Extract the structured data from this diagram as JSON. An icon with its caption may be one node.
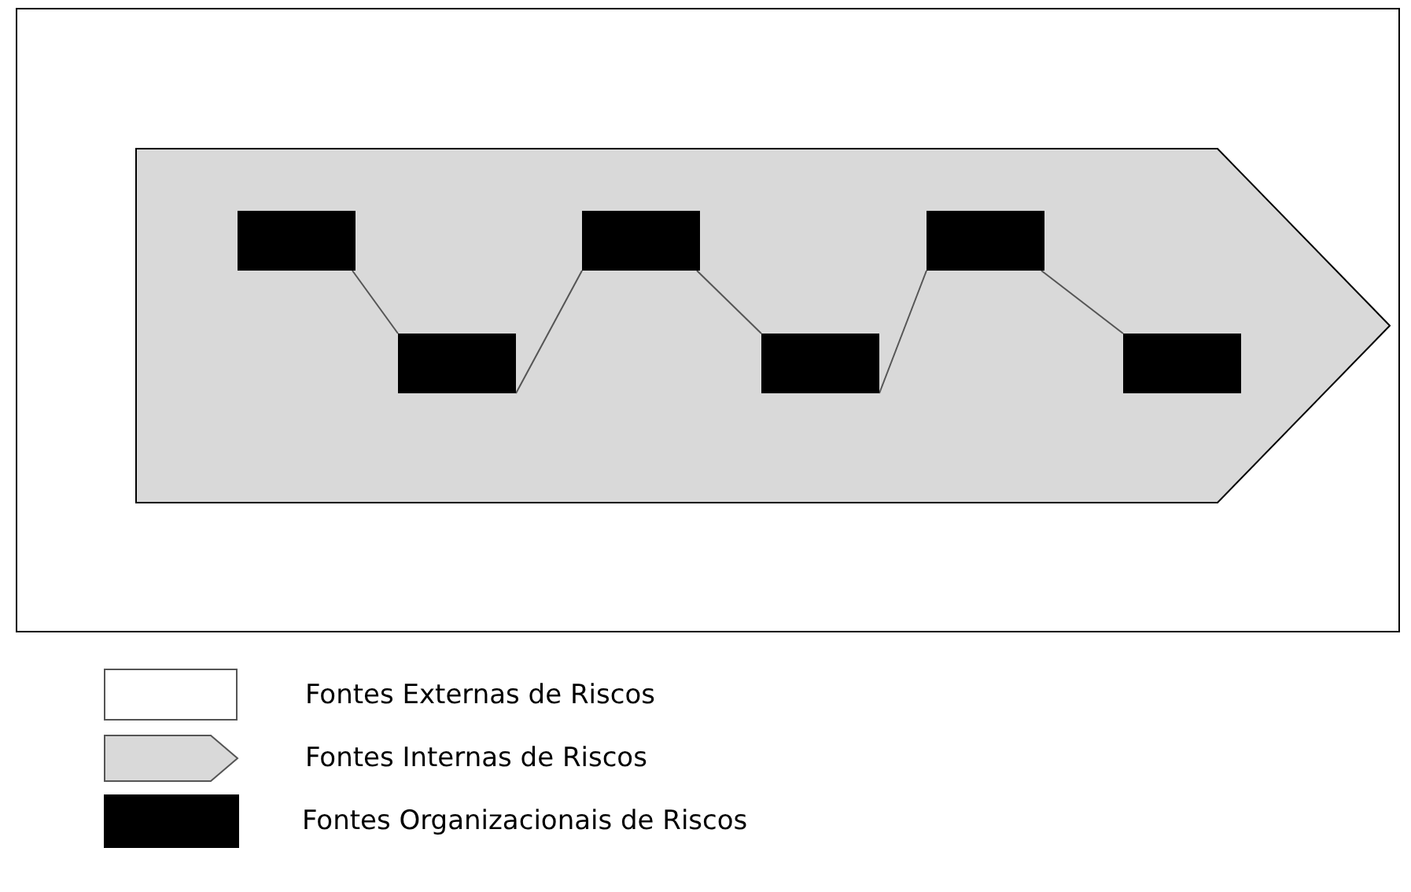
{
  "diagram": {
    "nodes": [
      {
        "text": [],
        "shape": "box"
      },
      {
        "text": [],
        "shape": "arrow",
        "in": 0
      },
      {
        "text": [],
        "shape": "box",
        "in": 1
      },
      {
        "text": [],
        "shape": "box",
        "in": 1
      },
      {
        "text": [],
        "shape": "box",
        "in": 1
      },
      {
        "text": [],
        "shape": "box",
        "in": 1
      },
      {
        "text": [],
        "shape": "box",
        "in": 1
      },
      {
        "text": [],
        "shape": "box",
        "in": 1
      }
    ],
    "edges": [
      {
        "from": 2,
        "to": 3,
        "arrow": "none"
      },
      {
        "from": 3,
        "to": 4,
        "arrow": "none"
      },
      {
        "from": 4,
        "to": 5,
        "arrow": "none"
      },
      {
        "from": 5,
        "to": 6,
        "arrow": "none"
      },
      {
        "from": 6,
        "to": 7,
        "arrow": "none"
      }
    ],
    "legend": [
      {
        "text": "Fontes Externas de Riscos",
        "color": "#ffffff"
      },
      {
        "text": "Fontes Internas de Riscos",
        "color": "#d9d9d9"
      },
      {
        "text": "Fontes Organizacionais de Riscos",
        "color": "#000000"
      }
    ]
  }
}
